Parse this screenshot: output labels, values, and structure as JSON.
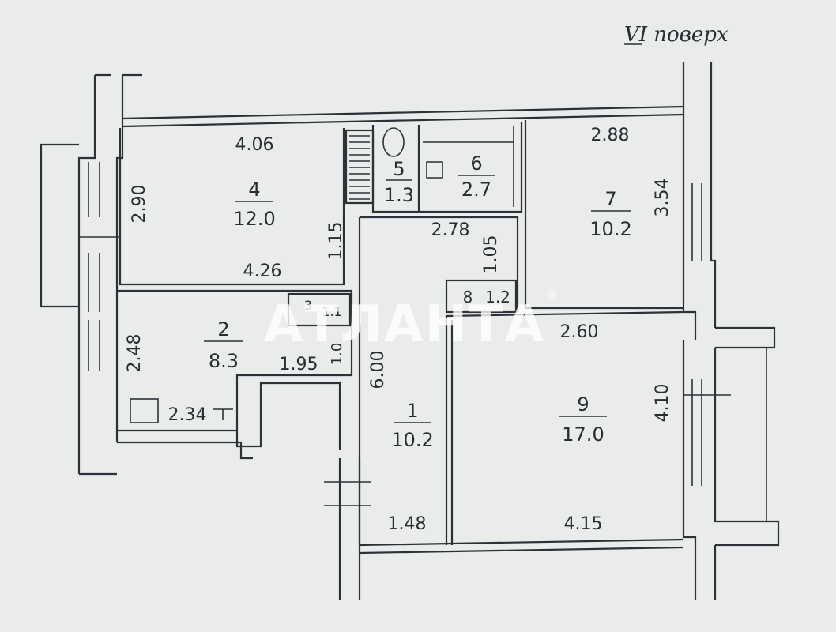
{
  "floor_label": "VI поверх",
  "watermark": "АТЛАНТА",
  "watermark_mark": "®",
  "rooms": [
    {
      "id": "room-4",
      "number": "4",
      "area": "12.0"
    },
    {
      "id": "room-5",
      "number": "5",
      "area": "1.3"
    },
    {
      "id": "room-6",
      "number": "6",
      "area": "2.7"
    },
    {
      "id": "room-7",
      "number": "7",
      "area": "10.2"
    },
    {
      "id": "room-2",
      "number": "2",
      "area": "8.3"
    },
    {
      "id": "room-3",
      "number": "3",
      "area": "1.1"
    },
    {
      "id": "room-8",
      "number": "8",
      "area": "1.2"
    },
    {
      "id": "room-1",
      "number": "1",
      "area": "10.2"
    },
    {
      "id": "room-9",
      "number": "9",
      "area": "17.0"
    }
  ],
  "dimensions": [
    "4.06",
    "2.90",
    "4.26",
    "1.15",
    "2.88",
    "3.54",
    "2.78",
    "1.05",
    "2.48",
    "1.95",
    "1.0",
    "2.34",
    "6.00",
    "1.48",
    "2.60",
    "4.10",
    "4.15"
  ],
  "colors": {
    "background": "#e9ecea",
    "ink": "#2e3138",
    "watermark": "#ffffff"
  }
}
